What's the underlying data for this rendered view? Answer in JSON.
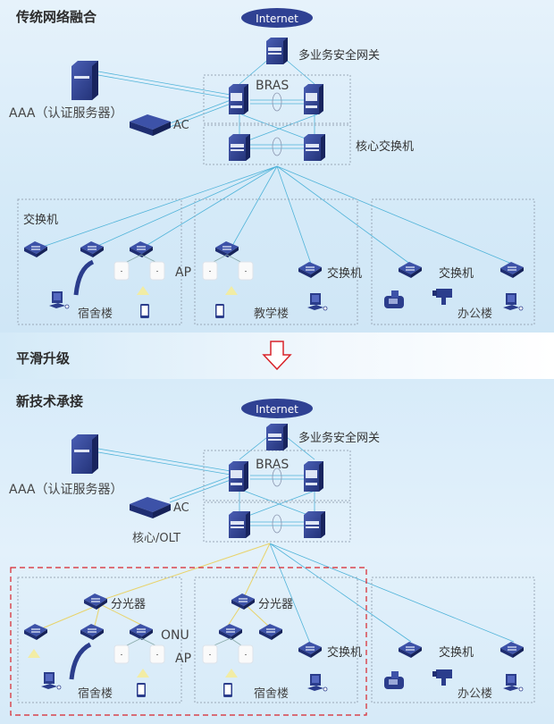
{
  "top": {
    "title": "传统网络融合",
    "internet": "Internet",
    "gateway": "多业务安全网关",
    "bras": "BRAS",
    "aaa": "AAA（认证服务器）",
    "ac": "AC",
    "core": "核心交换机",
    "switch_label": "交换机",
    "ap": "AP",
    "dorm": "宿舍楼",
    "teaching": "教学楼",
    "switch_label2": "交换机",
    "switch_label3": "交换机",
    "office": "办公楼"
  },
  "middle": {
    "title": "平滑升级",
    "arrow_color": "#d8232a"
  },
  "bottom": {
    "title": "新技术承接",
    "internet": "Internet",
    "gateway": "多业务安全网关",
    "bras": "BRAS",
    "aaa": "AAA（认证服务器）",
    "ac": "AC",
    "core_olt": "核心/OLT",
    "splitter1": "分光器",
    "splitter2": "分光器",
    "onu": "ONU",
    "ap": "AP",
    "dorm1": "宿舍楼",
    "dorm2": "宿舍楼",
    "switch_label": "交换机",
    "switch_label2": "交换机",
    "office": "办公楼"
  },
  "colors": {
    "device": "#2b3d8c",
    "link": "#4fb3d9",
    "fiber": "#e8d36a",
    "highlight_box": "#d8232a"
  }
}
